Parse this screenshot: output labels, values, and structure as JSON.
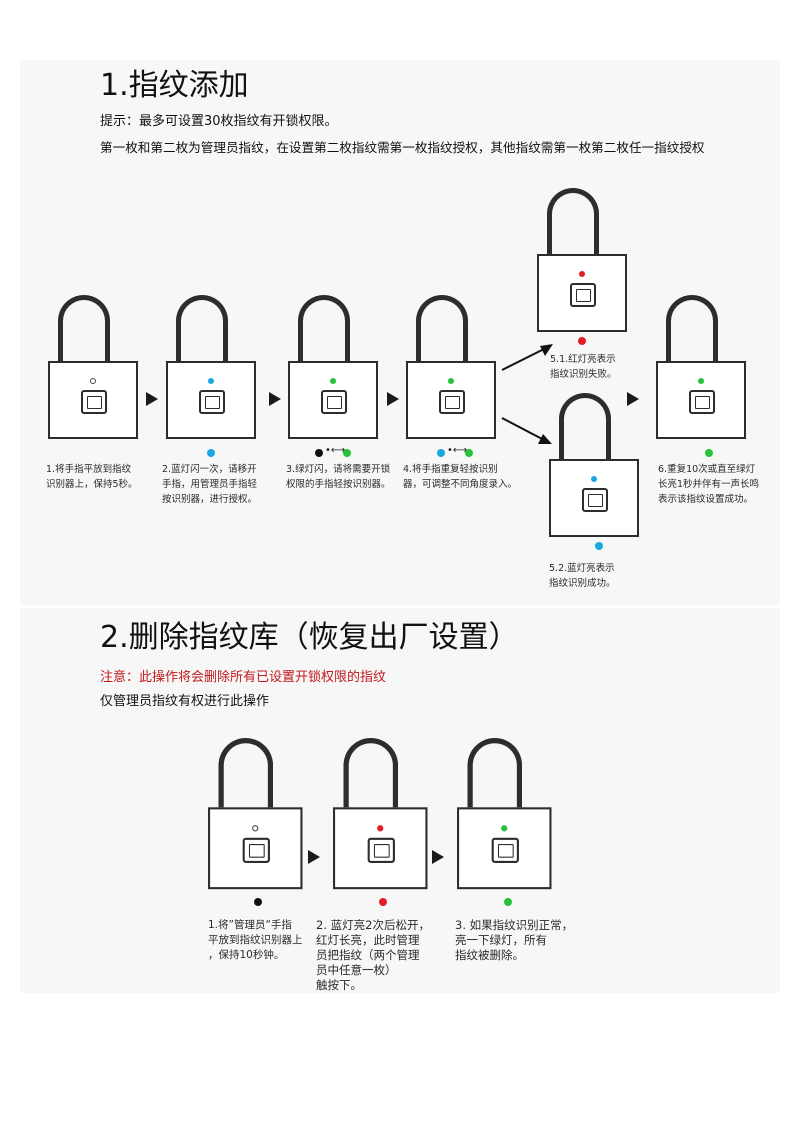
{
  "colors": {
    "red": "#e01e24",
    "blue": "#19a7e0",
    "green": "#27c23a",
    "off": "#ffffff",
    "black": "#111111",
    "warn": "#c0191a"
  },
  "section1": {
    "title": "1.指纹添加",
    "tip": "提示：最多可设置30枚指纹有开锁权限。",
    "note": "第一枚和第二枚为管理员指纹，在设置第二枚指纹需第一枚指纹授权，其他指纹需第一枚第二枚任一指纹授权",
    "steps": [
      {
        "led": "off",
        "caption": [
          "1.将手指平放到指纹",
          "识别器上，保持5秒。"
        ]
      },
      {
        "led": "blue",
        "caption": [
          "2.蓝灯闪一次，请移开",
          "手指，用管理员手指轻",
          "按识别器，进行授权。"
        ]
      },
      {
        "led": "green",
        "caption": [
          "3.绿灯闪，请将需要开锁",
          "权限的手指轻按识别器。"
        ]
      },
      {
        "led": "green",
        "caption": [
          "4.将手指重复轻按识别",
          "器，可调整不同角度录入。"
        ]
      },
      {
        "led": "red",
        "caption": [
          "5.1.红灯亮表示",
          "指纹识别失败。"
        ]
      },
      {
        "led": "blue",
        "caption": [
          "5.2.蓝灯亮表示",
          "指纹识别成功。"
        ]
      },
      {
        "led": "green",
        "caption": [
          "6.重复10次或直至绿灯",
          "长亮1秒并伴有一声长鸣",
          "表示该指纹设置成功。"
        ]
      }
    ],
    "transition_glyph": "•⟷"
  },
  "section2": {
    "title": "2.删除指纹库（恢复出厂设置）",
    "warning": "注意：此操作将会删除所有已设置开锁权限的指纹",
    "note": "仅管理员指纹有权进行此操作",
    "steps": [
      {
        "led": "off",
        "caption": [
          "1.将”管理员“手指",
          "平放到指纹识别器上",
          "，保持10秒钟。"
        ]
      },
      {
        "led": "red",
        "caption": [
          "2. 蓝灯亮2次后松开，",
          "红灯长亮，此时管理",
          "员把指纹（两个管理",
          "员中任意一枚）",
          "触按下。"
        ]
      },
      {
        "led": "green",
        "caption": [
          "3. 如果指纹识别正常，",
          "亮一下绿灯，所有",
          "指纹被删除。"
        ]
      }
    ]
  }
}
